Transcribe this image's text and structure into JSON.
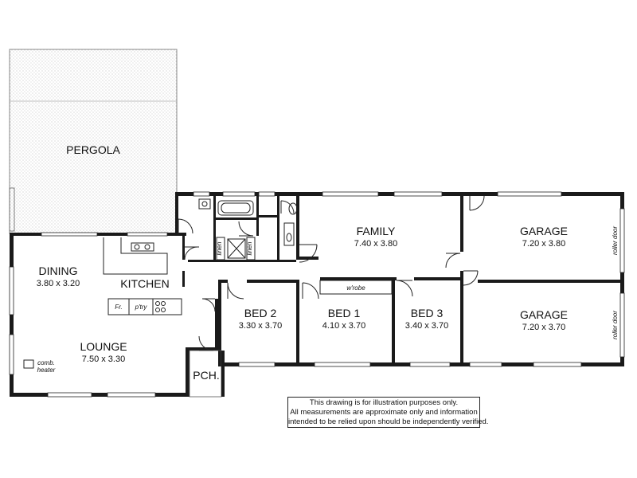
{
  "rooms": {
    "pergola": {
      "name": "PERGOLA"
    },
    "family": {
      "name": "FAMILY",
      "dims": "7.40 x 3.80"
    },
    "garage_1": {
      "name": "GARAGE",
      "dims": "7.20 x 3.80"
    },
    "garage_2": {
      "name": "GARAGE",
      "dims": "7.20 x 3.70"
    },
    "dining": {
      "name": "DINING",
      "dims": "3.80 x 3.20"
    },
    "kitchen": {
      "name": "KITCHEN"
    },
    "lounge": {
      "name": "LOUNGE",
      "dims": "7.50 x 3.30"
    },
    "bed_2": {
      "name": "BED 2",
      "dims": "3.30 x 3.70"
    },
    "bed_1": {
      "name": "BED 1",
      "dims": "4.10 x 3.70"
    },
    "bed_3": {
      "name": "BED 3",
      "dims": "3.40 x 3.70"
    },
    "porch": {
      "name": "PCH."
    }
  },
  "fixtures": {
    "linen_1": "linen",
    "linen_2": "linen",
    "wardrobe": "w'robe",
    "fridge": "Fr.",
    "pantry": "p'try",
    "roller_door_1": "roller door",
    "roller_door_2": "roller door",
    "heater_line1": "comb.",
    "heater_line2": "heater"
  },
  "disclaimer": {
    "line1": "This drawing is for illustration purposes only.",
    "line2": "All measurements are approximate only and information",
    "line3": "intended to be relied upon should be independently verified."
  }
}
